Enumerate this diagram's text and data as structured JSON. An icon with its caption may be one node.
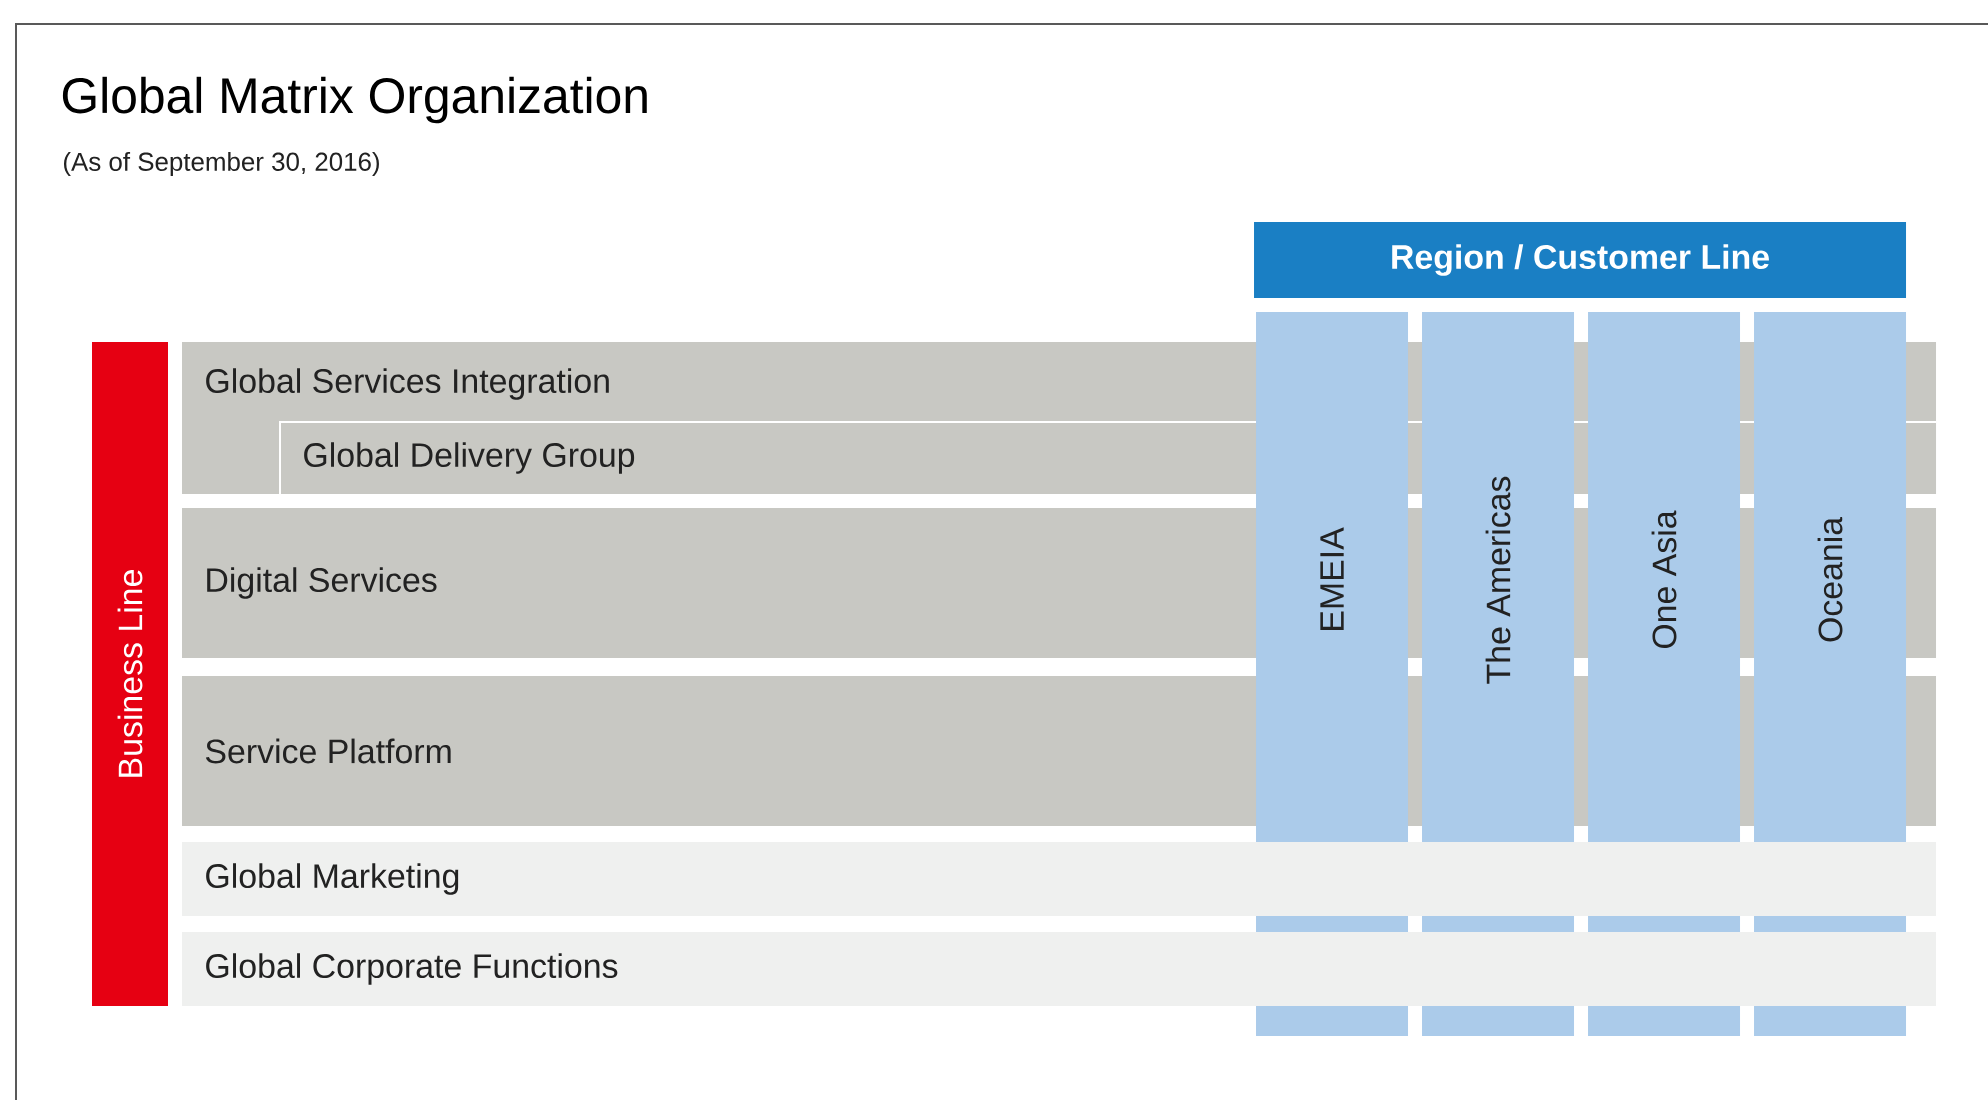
{
  "diagram": {
    "title": "Global Matrix Organization",
    "nodes": [
      {
        "text": [
          "Business Line"
        ]
      },
      {
        "text": [
          "Global Services Integration"
        ]
      },
      {
        "text": [
          "Global Delivery Group"
        ],
        "in": 1
      },
      {
        "text": [
          "Digital Services"
        ]
      },
      {
        "text": [
          "Service Platform"
        ]
      },
      {
        "text": [
          "Global Marketing"
        ]
      },
      {
        "text": [
          "Global Corporate Functions"
        ]
      },
      {
        "text": [
          "Region / Customer Line"
        ]
      },
      {
        "text": [
          "EMEIA"
        ]
      },
      {
        "text": [
          "The Americas"
        ]
      },
      {
        "text": [
          "One Asia"
        ]
      },
      {
        "text": [
          "Oceania"
        ]
      }
    ],
    "labels": [
      "(As of September 30, 2016)"
    ]
  }
}
